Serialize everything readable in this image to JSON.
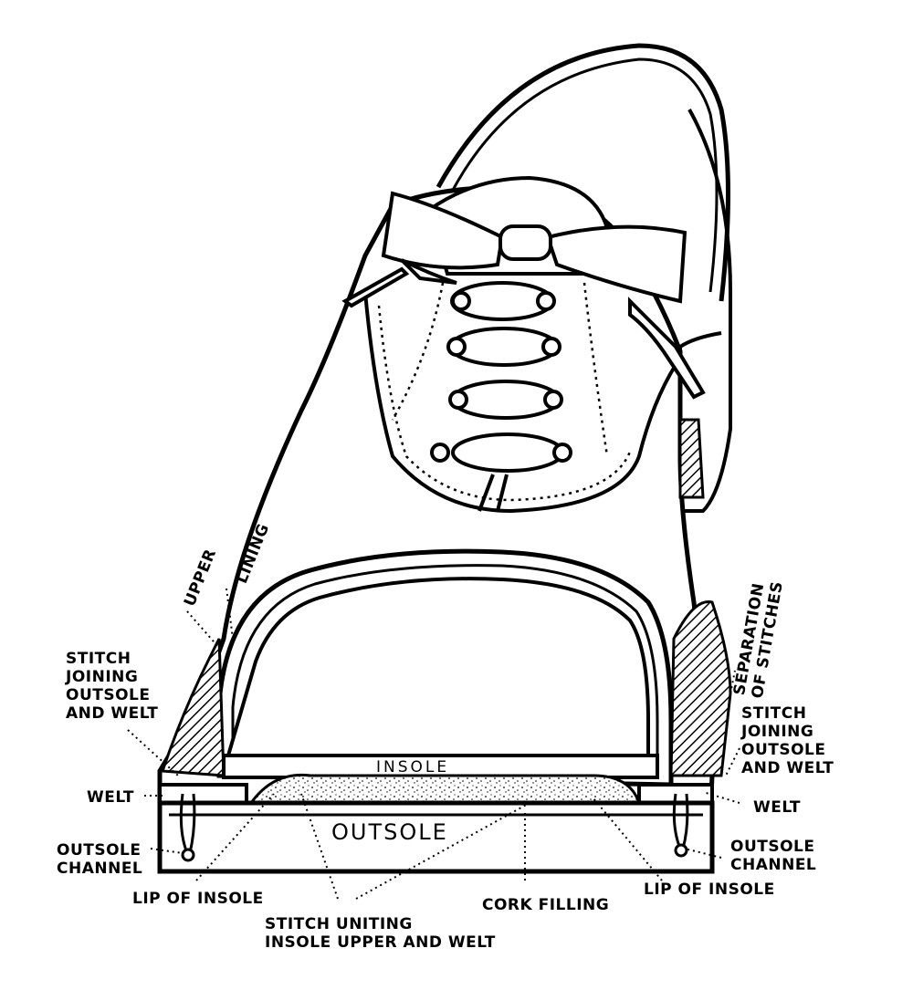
{
  "labels": {
    "upper": "UPPER",
    "lining": "LINING",
    "stitch_left": "STITCH\nJOINING\nOUTSOLE\nAND WELT",
    "welt_left": "WELT",
    "outsole_channel_left": "OUTSOLE\nCHANNEL",
    "lip_left": "LIP OF INSOLE",
    "stitch_uniting": "STITCH UNITING\nINSOLE UPPER AND WELT",
    "cork_filling": "CORK FILLING",
    "lip_right": "LIP OF INSOLE",
    "outsole_channel_right": "OUTSOLE\nCHANNEL",
    "welt_right": "WELT",
    "stitch_right": "STITCH\nJOINING\nOUTSOLE\nAND WELT",
    "separation": "SEPARATION\nOF STITCHES",
    "insole": "INSOLE",
    "outsole": "OUTSOLE"
  },
  "colors": {
    "ink": "#000000",
    "paper": "#ffffff"
  }
}
